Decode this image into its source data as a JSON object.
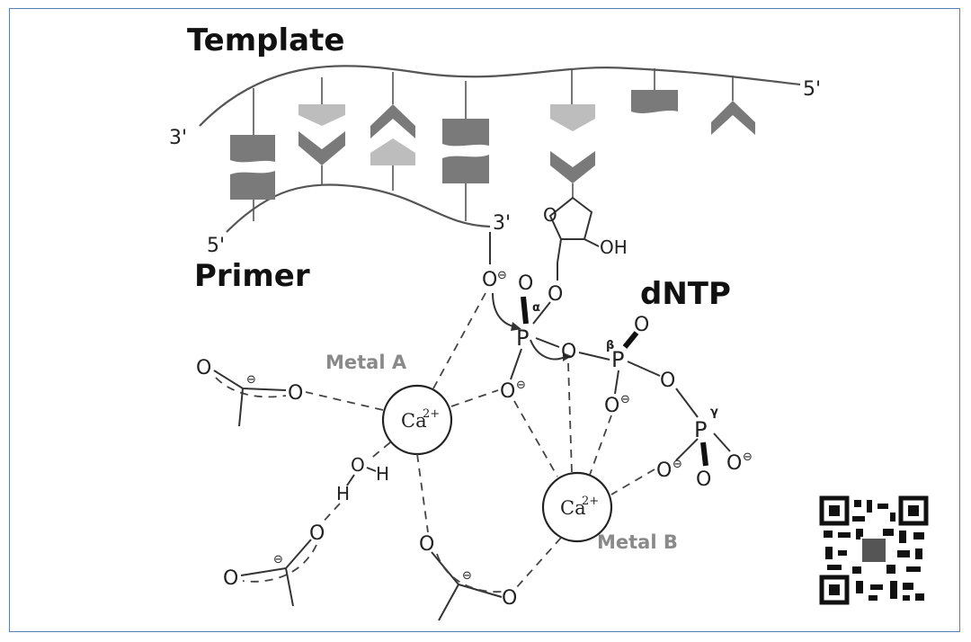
{
  "titles": {
    "template": "Template",
    "primer": "Primer",
    "dntp": "dNTP"
  },
  "ends": {
    "template_left": "3'",
    "template_right": "5'",
    "primer_left": "5'",
    "primer_right": "3'"
  },
  "metals": {
    "a_label": "Metal A",
    "b_label": "Metal B",
    "ion": "Ca",
    "charge": "2+"
  },
  "atoms": {
    "oxygen": "O",
    "phosphorus": "P",
    "hydrogen": "H",
    "hydroxyl": "OH",
    "minus": "⊖",
    "alpha": "α",
    "beta": "β",
    "gamma": "γ"
  },
  "colors": {
    "base_dark": "#7a7a7a",
    "base_light": "#bdbdbd",
    "metal_label": "#8a8a8a",
    "frame": "#5b7fb3"
  }
}
